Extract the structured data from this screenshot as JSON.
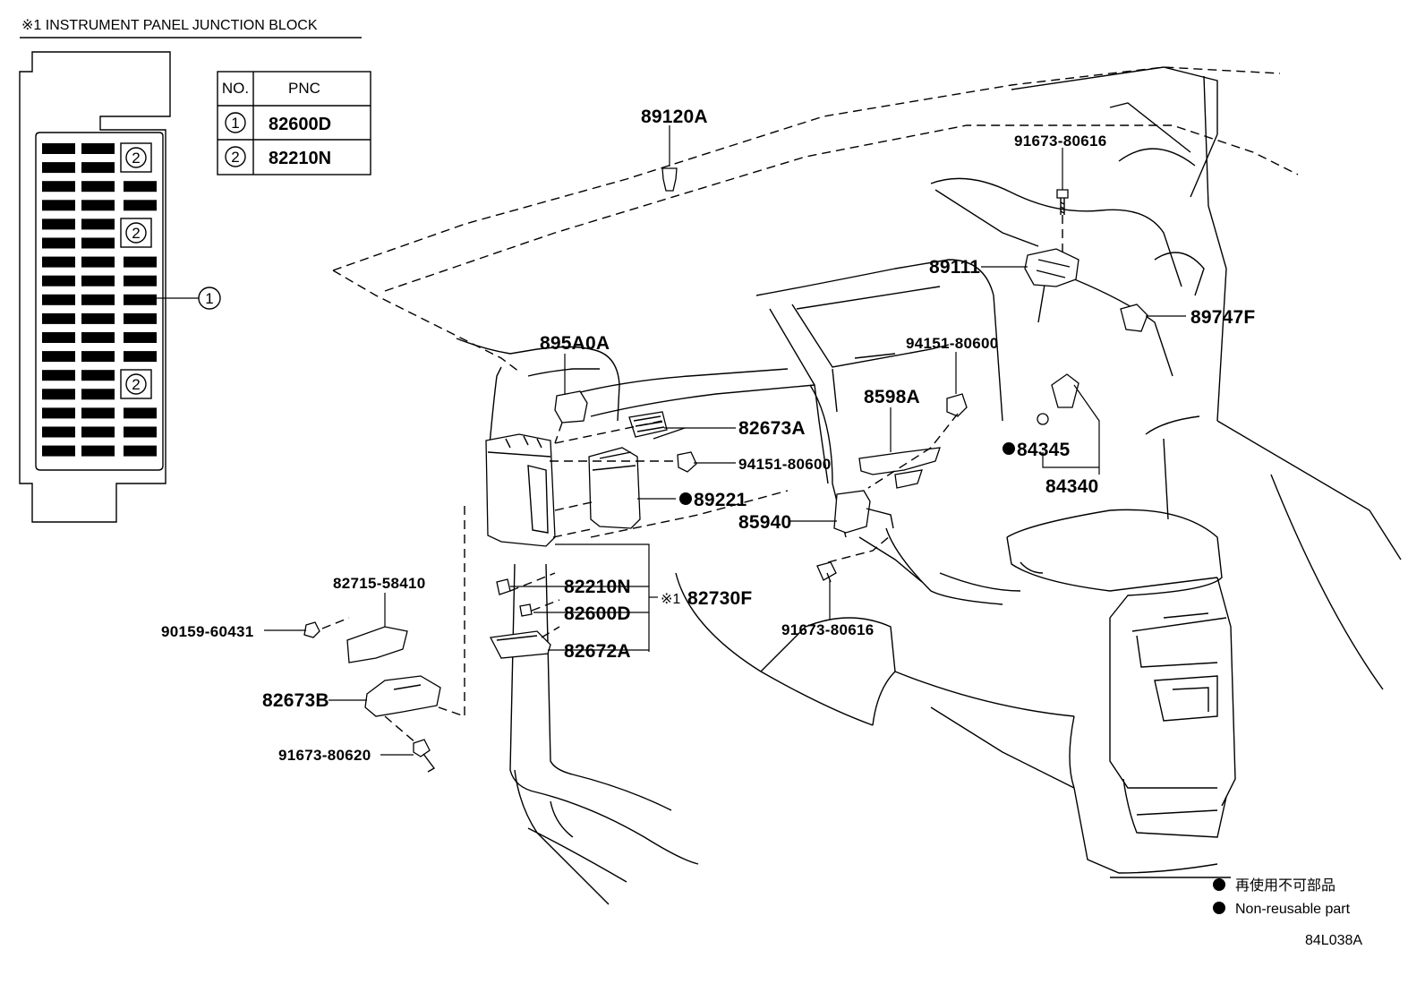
{
  "header": {
    "title": "※1 INSTRUMENT PANEL JUNCTION BLOCK"
  },
  "pnc_table": {
    "col_no": "NO.",
    "col_pnc": "PNC",
    "rows": [
      {
        "no": "1",
        "pnc": "82600D"
      },
      {
        "no": "2",
        "pnc": "82210N"
      }
    ]
  },
  "junction_block": {
    "callout_main": "1",
    "callouts": [
      "2",
      "2",
      "2"
    ]
  },
  "parts": {
    "p89120A": "89120A",
    "p91673_80616_top": "91673-80616",
    "p89111": "89111",
    "p89747F": "89747F",
    "p94151_80600_right": "94151-80600",
    "p8598A": "8598A",
    "p84345": "84345",
    "p84340": "84340",
    "p895A0A": "895A0A",
    "p82673A": "82673A",
    "p94151_80600_mid": "94151-80600",
    "p89221": "89221",
    "p85940": "85940",
    "p82210N": "82210N",
    "p82600D": "82600D",
    "p82672A": "82672A",
    "p82730F_mark": "※1",
    "p82730F": "82730F",
    "p91673_80616_bottom": "91673-80616",
    "p82715_58410": "82715-58410",
    "p90159_60431": "90159-60431",
    "p82673B": "82673B",
    "p91673_80620": "91673-80620"
  },
  "legend": {
    "jp_text": "再使用不可部品",
    "en_text": "Non-reusable part"
  },
  "figure_code": "84L038A"
}
